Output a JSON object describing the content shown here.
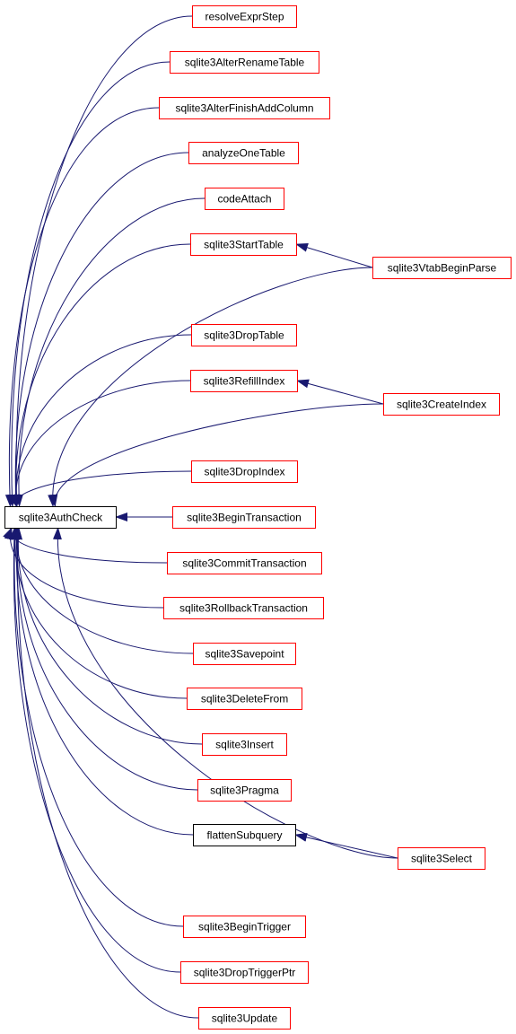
{
  "colors": {
    "caller_border": "#ff0000",
    "plain_border": "#000000",
    "focus_fill": "#bfbfbf",
    "edge": "#191970",
    "background": "#ffffff"
  },
  "nodes": [
    {
      "id": "sqlite3AuthCheck",
      "label": "sqlite3AuthCheck",
      "style": "focus"
    },
    {
      "id": "resolveExprStep",
      "label": "resolveExprStep",
      "style": "caller"
    },
    {
      "id": "sqlite3AlterRenameTable",
      "label": "sqlite3AlterRenameTable",
      "style": "caller"
    },
    {
      "id": "sqlite3AlterFinishAddColumn",
      "label": "sqlite3AlterFinishAddColumn",
      "style": "caller"
    },
    {
      "id": "analyzeOneTable",
      "label": "analyzeOneTable",
      "style": "caller"
    },
    {
      "id": "codeAttach",
      "label": "codeAttach",
      "style": "caller"
    },
    {
      "id": "sqlite3StartTable",
      "label": "sqlite3StartTable",
      "style": "caller"
    },
    {
      "id": "sqlite3VtabBeginParse",
      "label": "sqlite3VtabBeginParse",
      "style": "caller"
    },
    {
      "id": "sqlite3DropTable",
      "label": "sqlite3DropTable",
      "style": "caller"
    },
    {
      "id": "sqlite3RefillIndex",
      "label": "sqlite3RefillIndex",
      "style": "caller"
    },
    {
      "id": "sqlite3CreateIndex",
      "label": "sqlite3CreateIndex",
      "style": "caller"
    },
    {
      "id": "sqlite3DropIndex",
      "label": "sqlite3DropIndex",
      "style": "caller"
    },
    {
      "id": "sqlite3BeginTransaction",
      "label": "sqlite3BeginTransaction",
      "style": "caller"
    },
    {
      "id": "sqlite3CommitTransaction",
      "label": "sqlite3CommitTransaction",
      "style": "caller"
    },
    {
      "id": "sqlite3RollbackTransaction",
      "label": "sqlite3RollbackTransaction",
      "style": "caller"
    },
    {
      "id": "sqlite3Savepoint",
      "label": "sqlite3Savepoint",
      "style": "caller"
    },
    {
      "id": "sqlite3DeleteFrom",
      "label": "sqlite3DeleteFrom",
      "style": "caller"
    },
    {
      "id": "sqlite3Insert",
      "label": "sqlite3Insert",
      "style": "caller"
    },
    {
      "id": "sqlite3Pragma",
      "label": "sqlite3Pragma",
      "style": "caller"
    },
    {
      "id": "flattenSubquery",
      "label": "flattenSubquery",
      "style": "plain"
    },
    {
      "id": "sqlite3Select",
      "label": "sqlite3Select",
      "style": "caller"
    },
    {
      "id": "sqlite3BeginTrigger",
      "label": "sqlite3BeginTrigger",
      "style": "caller"
    },
    {
      "id": "sqlite3DropTriggerPtr",
      "label": "sqlite3DropTriggerPtr",
      "style": "caller"
    },
    {
      "id": "sqlite3Update",
      "label": "sqlite3Update",
      "style": "caller"
    }
  ],
  "edges": [
    {
      "from": "resolveExprStep",
      "to": "sqlite3AuthCheck"
    },
    {
      "from": "sqlite3AlterRenameTable",
      "to": "sqlite3AuthCheck"
    },
    {
      "from": "sqlite3AlterFinishAddColumn",
      "to": "sqlite3AuthCheck"
    },
    {
      "from": "analyzeOneTable",
      "to": "sqlite3AuthCheck"
    },
    {
      "from": "codeAttach",
      "to": "sqlite3AuthCheck"
    },
    {
      "from": "sqlite3StartTable",
      "to": "sqlite3AuthCheck"
    },
    {
      "from": "sqlite3VtabBeginParse",
      "to": "sqlite3StartTable"
    },
    {
      "from": "sqlite3VtabBeginParse",
      "to": "sqlite3AuthCheck"
    },
    {
      "from": "sqlite3DropTable",
      "to": "sqlite3AuthCheck"
    },
    {
      "from": "sqlite3RefillIndex",
      "to": "sqlite3AuthCheck"
    },
    {
      "from": "sqlite3CreateIndex",
      "to": "sqlite3RefillIndex"
    },
    {
      "from": "sqlite3CreateIndex",
      "to": "sqlite3AuthCheck"
    },
    {
      "from": "sqlite3DropIndex",
      "to": "sqlite3AuthCheck"
    },
    {
      "from": "sqlite3BeginTransaction",
      "to": "sqlite3AuthCheck"
    },
    {
      "from": "sqlite3CommitTransaction",
      "to": "sqlite3AuthCheck"
    },
    {
      "from": "sqlite3RollbackTransaction",
      "to": "sqlite3AuthCheck"
    },
    {
      "from": "sqlite3Savepoint",
      "to": "sqlite3AuthCheck"
    },
    {
      "from": "sqlite3DeleteFrom",
      "to": "sqlite3AuthCheck"
    },
    {
      "from": "sqlite3Insert",
      "to": "sqlite3AuthCheck"
    },
    {
      "from": "sqlite3Pragma",
      "to": "sqlite3AuthCheck"
    },
    {
      "from": "flattenSubquery",
      "to": "sqlite3AuthCheck"
    },
    {
      "from": "sqlite3Select",
      "to": "flattenSubquery"
    },
    {
      "from": "sqlite3Select",
      "to": "sqlite3AuthCheck"
    },
    {
      "from": "sqlite3BeginTrigger",
      "to": "sqlite3AuthCheck"
    },
    {
      "from": "sqlite3DropTriggerPtr",
      "to": "sqlite3AuthCheck"
    },
    {
      "from": "sqlite3Update",
      "to": "sqlite3AuthCheck"
    }
  ]
}
